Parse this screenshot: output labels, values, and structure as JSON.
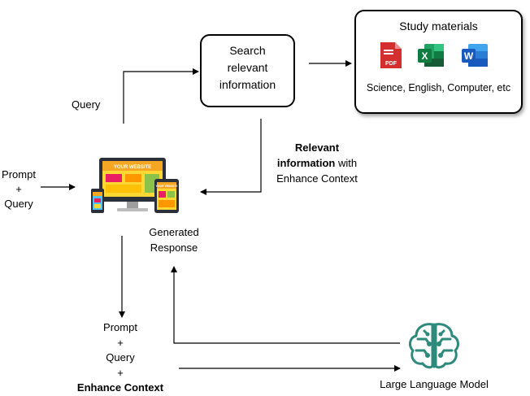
{
  "search_box": {
    "line1": "Search",
    "line2": "relevant",
    "line3": "information"
  },
  "study_materials": {
    "title": "Study materials",
    "subjects": "Science, English, Computer, etc",
    "icons": [
      "pdf-icon",
      "excel-icon",
      "word-icon"
    ],
    "pdf_label": "PDF",
    "excel_label": "X",
    "word_label": "W"
  },
  "query_label": "Query",
  "relevant_info": {
    "bold_line1": "Relevant",
    "bold_line2": "information",
    "tail_line2": " with",
    "line3": "Enhance Context"
  },
  "prompt_input": {
    "line1": "Prompt",
    "line2": "+",
    "line3": "Query"
  },
  "website_mockup": {
    "desktop_text": "YOUR WEBSITE",
    "tablet_text": "YOUR WEBSITE"
  },
  "generated_response": {
    "line1": "Generated",
    "line2": "Response"
  },
  "bottom_prompt": {
    "line1": "Prompt",
    "line2": "+",
    "line3": "Query",
    "line4": "+",
    "line5": "Enhance Context"
  },
  "llm": {
    "label": "Large Language Model",
    "icon": "neural-brain-icon"
  },
  "colors": {
    "pdf": "#d32f2f",
    "excel": "#1e7e45",
    "word": "#1e5bb8",
    "llm": "#2e8a7a",
    "website_orange": "#f5a623"
  }
}
